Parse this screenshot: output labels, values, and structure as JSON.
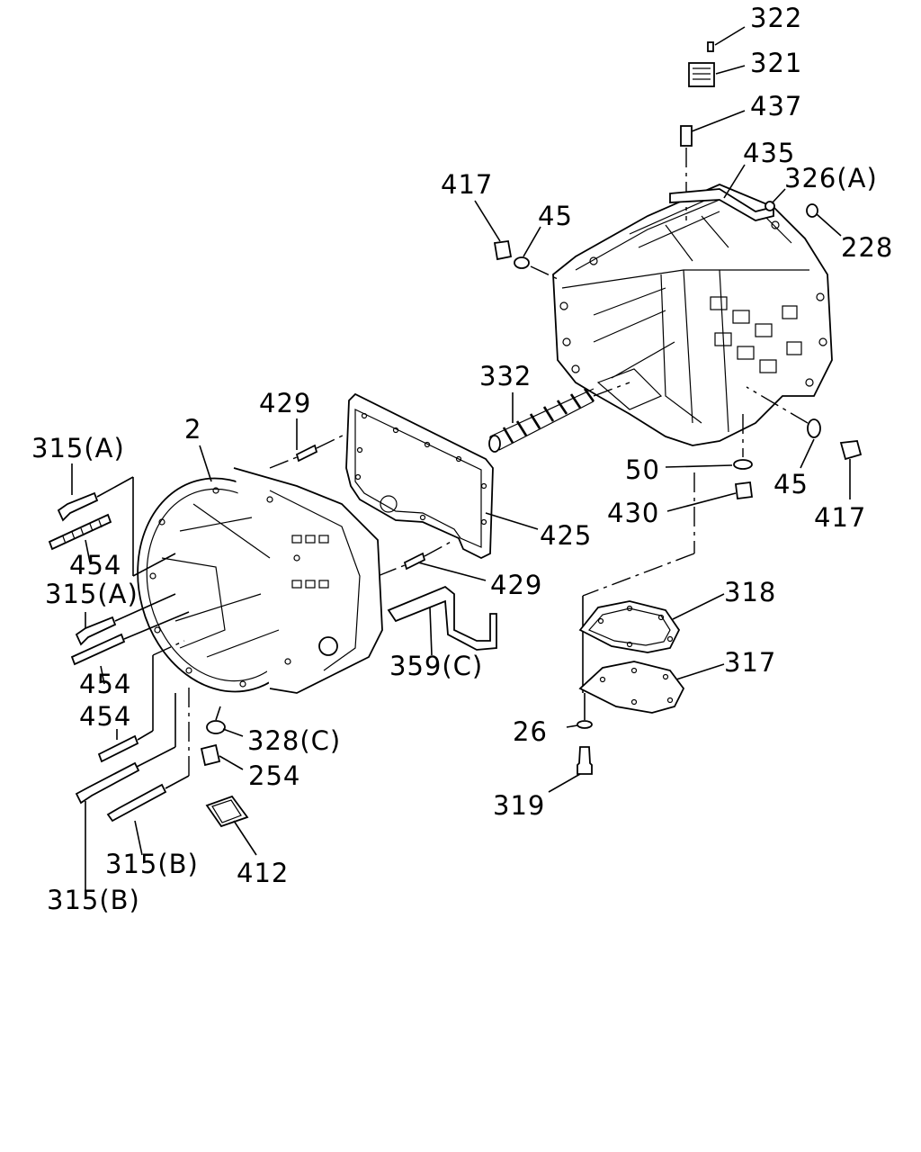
{
  "diagram": {
    "callouts": {
      "c322": "322",
      "c321": "321",
      "c437": "437",
      "c435": "435",
      "c326a": "326(A)",
      "c228": "228",
      "c417a": "417",
      "c45a": "45",
      "c332": "332",
      "c429a": "429",
      "c2": "2",
      "c315a1": "315(A)",
      "c454a": "454",
      "c315a2": "315(A)",
      "c454b": "454",
      "c454c": "454",
      "c425": "425",
      "c429b": "429",
      "c50": "50",
      "c45b": "45",
      "c417b": "417",
      "c430": "430",
      "c318": "318",
      "c317": "317",
      "c359c": "359(C)",
      "c328c": "328(C)",
      "c254": "254",
      "c26": "26",
      "c319": "319",
      "c315b1": "315(B)",
      "c412": "412",
      "c315b2": "315(B)"
    }
  }
}
